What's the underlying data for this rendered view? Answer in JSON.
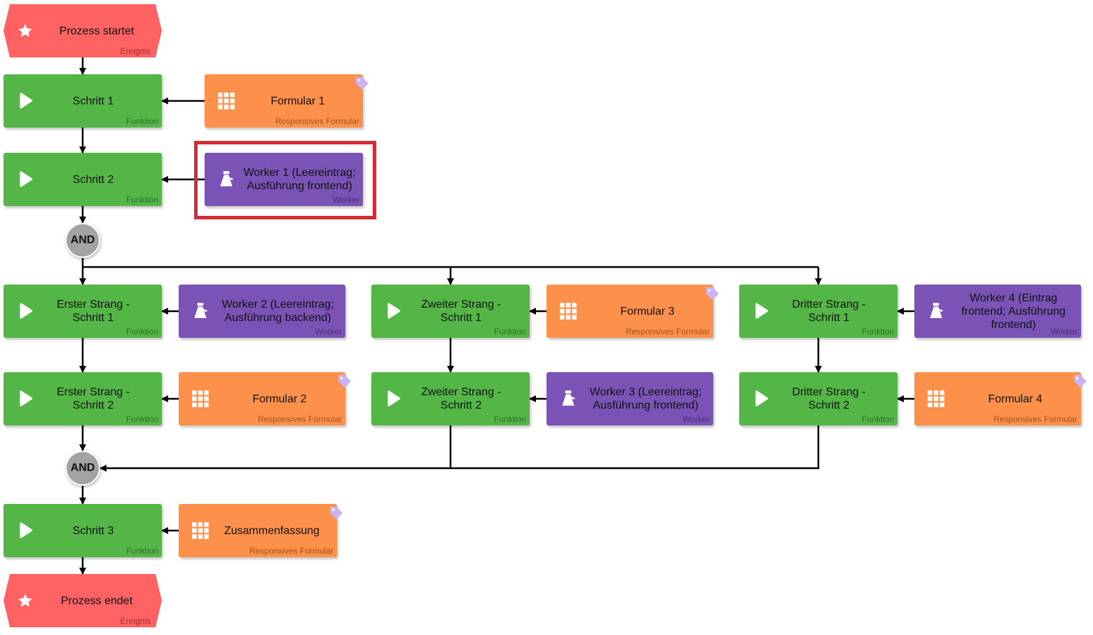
{
  "type_labels": {
    "event": "Ereignis",
    "function": "Funktion",
    "form": "Responsives Formular",
    "worker": "Worker"
  },
  "gateway_label": "AND",
  "icons": {
    "event": "star-icon",
    "function": "play-icon",
    "form": "grid-icon",
    "worker": "worker-icon",
    "tag": "tag-icon"
  },
  "colors": {
    "event": "#fe6263",
    "function": "#55b648",
    "form": "#fd914c",
    "worker": "#7b52b6",
    "gateway": "#a3a3a3",
    "highlight": "#d42b35",
    "tag": "#c9b4f0"
  },
  "nodes": {
    "start": {
      "title": "Prozess startet"
    },
    "schritt1": {
      "title": "Schritt 1"
    },
    "formular1": {
      "title": "Formular 1"
    },
    "schritt2": {
      "title": "Schritt 2"
    },
    "worker1": {
      "title": "Worker 1 (Leereintrag; Ausführung frontend)"
    },
    "and_split": {
      "title": "AND"
    },
    "erster1": {
      "title": "Erster Strang - Schritt 1"
    },
    "worker2": {
      "title": "Worker 2 (Leereintrag; Ausführung backend)"
    },
    "zweiter1": {
      "title": "Zweiter Strang - Schritt 1"
    },
    "formular3": {
      "title": "Formular 3"
    },
    "dritter1": {
      "title": "Dritter Strang - Schritt 1"
    },
    "worker4": {
      "title": "Worker 4 (Eintrag frontend; Ausführung frontend)"
    },
    "erster2": {
      "title": "Erster Strang - Schritt 2"
    },
    "formular2": {
      "title": "Formular 2"
    },
    "zweiter2": {
      "title": "Zweiter Strang - Schritt 2"
    },
    "worker3": {
      "title": "Worker 3 (Leereintrag; Ausführung frontend)"
    },
    "dritter2": {
      "title": "Dritter Strang - Schritt 2"
    },
    "formular4": {
      "title": "Formular 4"
    },
    "and_join": {
      "title": "AND"
    },
    "schritt3": {
      "title": "Schritt 3"
    },
    "zusammenfassung": {
      "title": "Zusammenfassung"
    },
    "end": {
      "title": "Prozess endet"
    }
  },
  "edges": [
    [
      "start",
      "schritt1"
    ],
    [
      "formular1",
      "schritt1"
    ],
    [
      "schritt1",
      "schritt2"
    ],
    [
      "worker1",
      "schritt2"
    ],
    [
      "schritt2",
      "and_split"
    ],
    [
      "and_split",
      "erster1"
    ],
    [
      "and_split",
      "zweiter1"
    ],
    [
      "and_split",
      "dritter1"
    ],
    [
      "worker2",
      "erster1"
    ],
    [
      "formular3",
      "zweiter1"
    ],
    [
      "worker4",
      "dritter1"
    ],
    [
      "erster1",
      "erster2"
    ],
    [
      "zweiter1",
      "zweiter2"
    ],
    [
      "dritter1",
      "dritter2"
    ],
    [
      "formular2",
      "erster2"
    ],
    [
      "worker3",
      "zweiter2"
    ],
    [
      "formular4",
      "dritter2"
    ],
    [
      "erster2",
      "and_join"
    ],
    [
      "zweiter2",
      "and_join"
    ],
    [
      "dritter2",
      "and_join"
    ],
    [
      "and_join",
      "schritt3"
    ],
    [
      "zusammenfassung",
      "schritt3"
    ],
    [
      "schritt3",
      "end"
    ]
  ],
  "highlighted_node": "worker1"
}
